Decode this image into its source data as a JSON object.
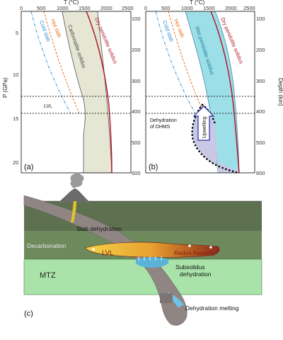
{
  "panel_a": {
    "panel_label": "(a)",
    "x_axis_label": "T (°C)",
    "x_ticks": [
      "0",
      "500",
      "1000",
      "1500",
      "2000",
      "2500"
    ],
    "p_axis_label": "P (GPa)",
    "p_ticks": [
      "5",
      "10",
      "15",
      "20"
    ],
    "depth_ticks": [
      "100",
      "200",
      "300",
      "400",
      "500",
      "600"
    ],
    "curve_labels": {
      "cold_slab": "Cold slab",
      "hot_slab": "Hot slab",
      "carbonatite": "Carbonatite solidus",
      "dry_peridotite": "Dry peridotite solidus"
    },
    "lvl_label": "LVL"
  },
  "panel_b": {
    "panel_label": "(b)",
    "x_axis_label": "T (°C)",
    "x_ticks": [
      "0",
      "500",
      "1000",
      "1500",
      "2000",
      "2500"
    ],
    "depth_axis_label": "Depth (km)",
    "depth_ticks": [
      "100",
      "200",
      "300",
      "400",
      "500",
      "600"
    ],
    "curve_labels": {
      "cold_slab": "Cold slab",
      "hot_slab": "Hot slab",
      "wet_peridotite": "Wet peridotite solidus",
      "dry_peridotite": "Dry peridotite solidus"
    },
    "dhms_label_1": "Dehydration",
    "dhms_label_2": "of DHMS",
    "upwelling_label": "Upwelling"
  },
  "panel_c": {
    "panel_label": "(c)",
    "labels": {
      "slab_dehydration": "Slab dehydration",
      "decarbonation": "Decarbonation",
      "lvl": "LVL",
      "redox_freezing": "Redox freezing",
      "mtz": "MTZ",
      "subsolidus_1": "Subsolidus",
      "subsolidus_2": "dehydration",
      "dehydration_melting": "Dehydration melting"
    }
  },
  "colors": {
    "cold_slab": "#2f8fd8",
    "hot_slab": "#e8701a",
    "dry_solidus": "#b2192b",
    "carbonatite_fill": "#e6e6d4",
    "wet_fill": "#9ddfe8",
    "dhms_fill": "#c9c9e6",
    "mantle_dark": "#5d7151",
    "mantle_mid": "#6e8a5d",
    "mtz": "#a9e3a9",
    "slab": "#8f8684"
  }
}
